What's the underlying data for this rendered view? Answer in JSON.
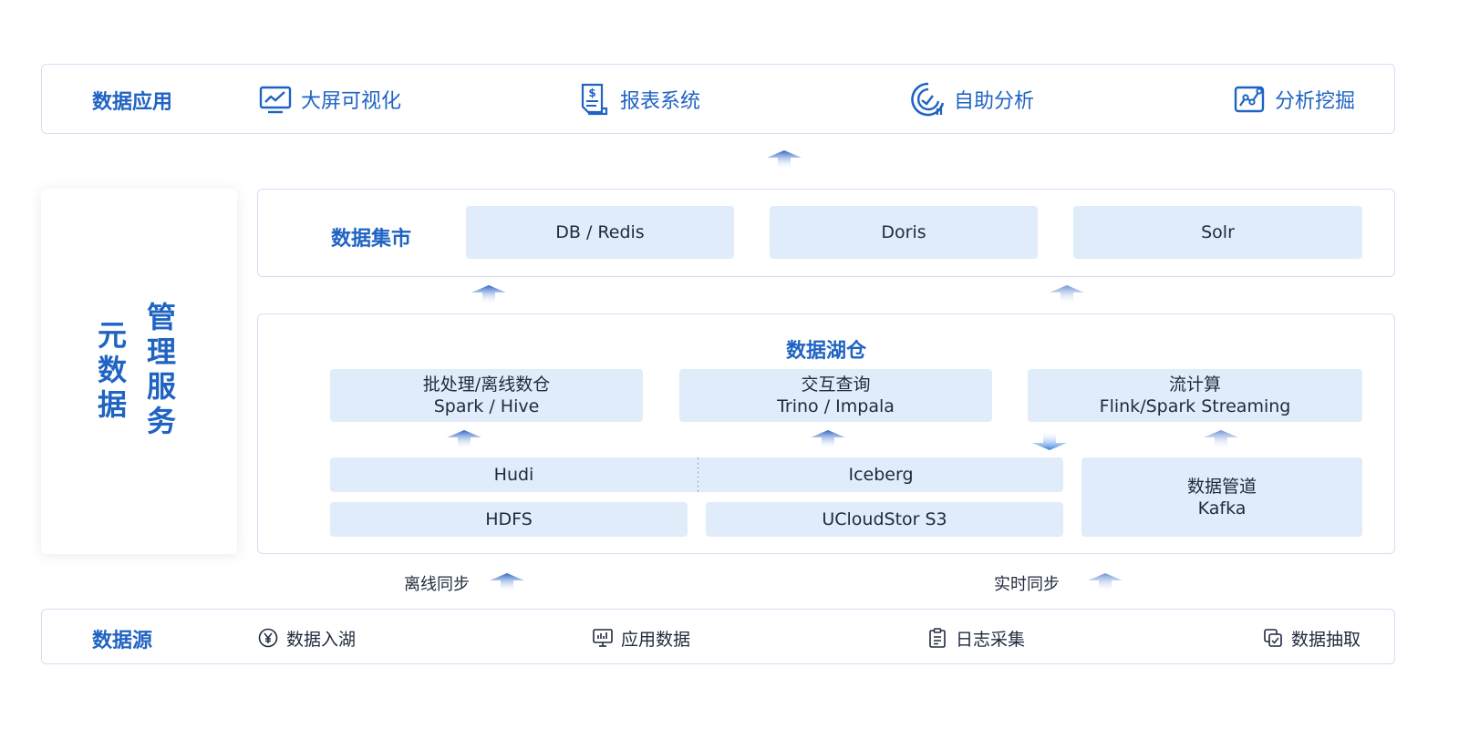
{
  "apps": {
    "title": "数据应用",
    "items": [
      {
        "label": "大屏可视化",
        "icon": "monitor-chart-icon"
      },
      {
        "label": "报表系统",
        "icon": "report-dollar-icon"
      },
      {
        "label": "自助分析",
        "icon": "analysis-gauge-icon"
      },
      {
        "label": "分析挖掘",
        "icon": "mining-chart-icon"
      }
    ]
  },
  "meta": {
    "col1": [
      "元",
      "数",
      "据"
    ],
    "col2": [
      "管",
      "理",
      "服",
      "务"
    ]
  },
  "mart": {
    "title": "数据集市",
    "boxes": [
      "DB / Redis",
      "Doris",
      "Solr"
    ]
  },
  "lake": {
    "title": "数据湖仓",
    "engines": [
      {
        "line1": "批处理/离线数仓",
        "line2": "Spark / Hive"
      },
      {
        "line1": "交互查询",
        "line2": "Trino / Impala"
      },
      {
        "line1": "流计算",
        "line2": "Flink/Spark Streaming"
      }
    ],
    "hudi": "Hudi",
    "iceberg": "Iceberg",
    "hdfs": "HDFS",
    "s3": "UCloudStor S3",
    "pipeline": {
      "line1": "数据管道",
      "line2": "Kafka"
    }
  },
  "sync": {
    "offline": "离线同步",
    "realtime": "实时同步"
  },
  "sources": {
    "title": "数据源",
    "items": [
      {
        "label": "数据入湖",
        "icon": "yen-circle-icon"
      },
      {
        "label": "应用数据",
        "icon": "monitor-bars-icon"
      },
      {
        "label": "日志采集",
        "icon": "clipboard-icon"
      },
      {
        "label": "数据抽取",
        "icon": "extract-copy-icon"
      }
    ]
  },
  "colors": {
    "accent": "#1f63c3",
    "box_fill": "#e0ecf9",
    "border": "#d6def4"
  }
}
